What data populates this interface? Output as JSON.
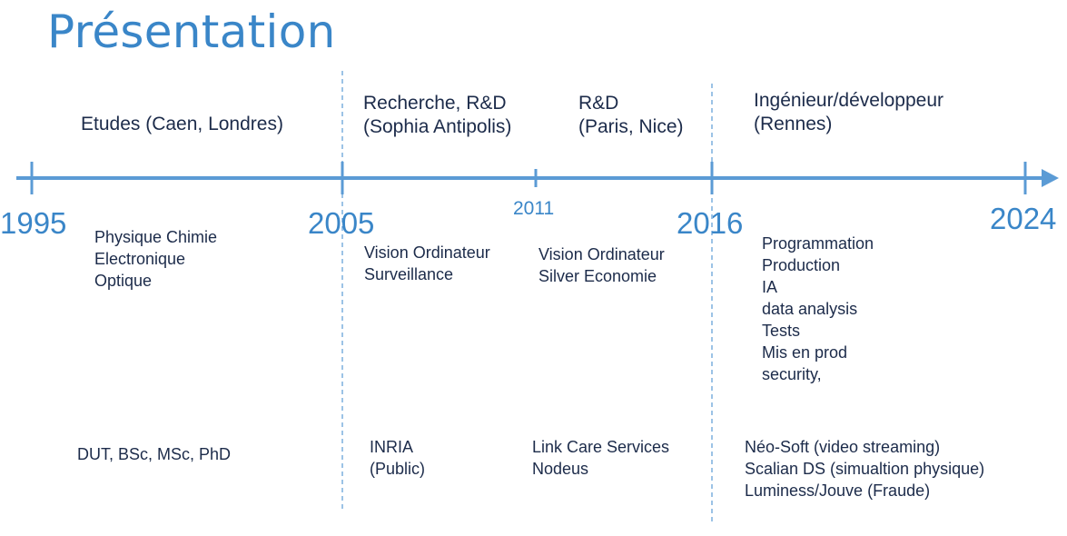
{
  "title": "Présentation",
  "years": {
    "y1995": "1995",
    "y2005": "2005",
    "y2011": "2011",
    "y2016": "2016",
    "y2024": "2024"
  },
  "periods": {
    "etudes": [
      "Etudes (Caen, Londres)"
    ],
    "recherche": [
      "Recherche, R&D",
      "(Sophia Antipolis)"
    ],
    "rd": [
      "R&D",
      "(Paris, Nice)"
    ],
    "ingenieur": [
      "Ingénieur/développeur",
      "(Rennes)"
    ]
  },
  "activities": {
    "etudes": [
      "Physique Chimie",
      "Electronique",
      "Optique"
    ],
    "recherche": [
      "Vision Ordinateur",
      "Surveillance"
    ],
    "rd": [
      "Vision Ordinateur",
      "Silver Economie"
    ],
    "ingenieur": [
      "Programmation",
      "Production",
      "IA",
      "data analysis",
      "Tests",
      "Mis en prod",
      "security,"
    ]
  },
  "organizations": {
    "etudes": [
      "DUT, BSc, MSc, PhD"
    ],
    "recherche": [
      "INRIA",
      "(Public)"
    ],
    "rd": [
      "Link Care Services",
      "Nodeus"
    ],
    "ingenieur": [
      "Néo-Soft (video streaming)",
      "Scalian DS (simualtion physique)",
      "Luminess/Jouve (Fraude)"
    ]
  },
  "colors": {
    "accent": "#3a86c8",
    "axis": "#5b9bd5",
    "text": "#1c2b4a"
  }
}
